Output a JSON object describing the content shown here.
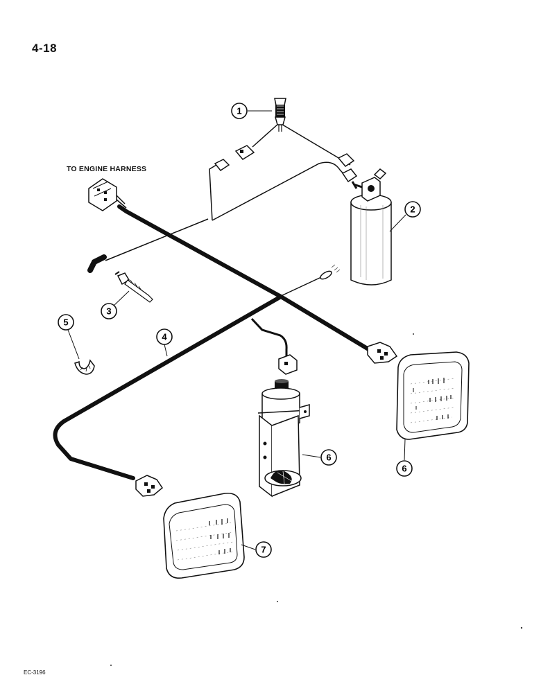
{
  "page": {
    "number": "4-18",
    "figure_code": "EC-3196"
  },
  "labels": {
    "engine_harness": "TO ENGINE HARNESS"
  },
  "callouts": [
    "1",
    "2",
    "3",
    "4",
    "5",
    "6",
    "6",
    "7"
  ]
}
